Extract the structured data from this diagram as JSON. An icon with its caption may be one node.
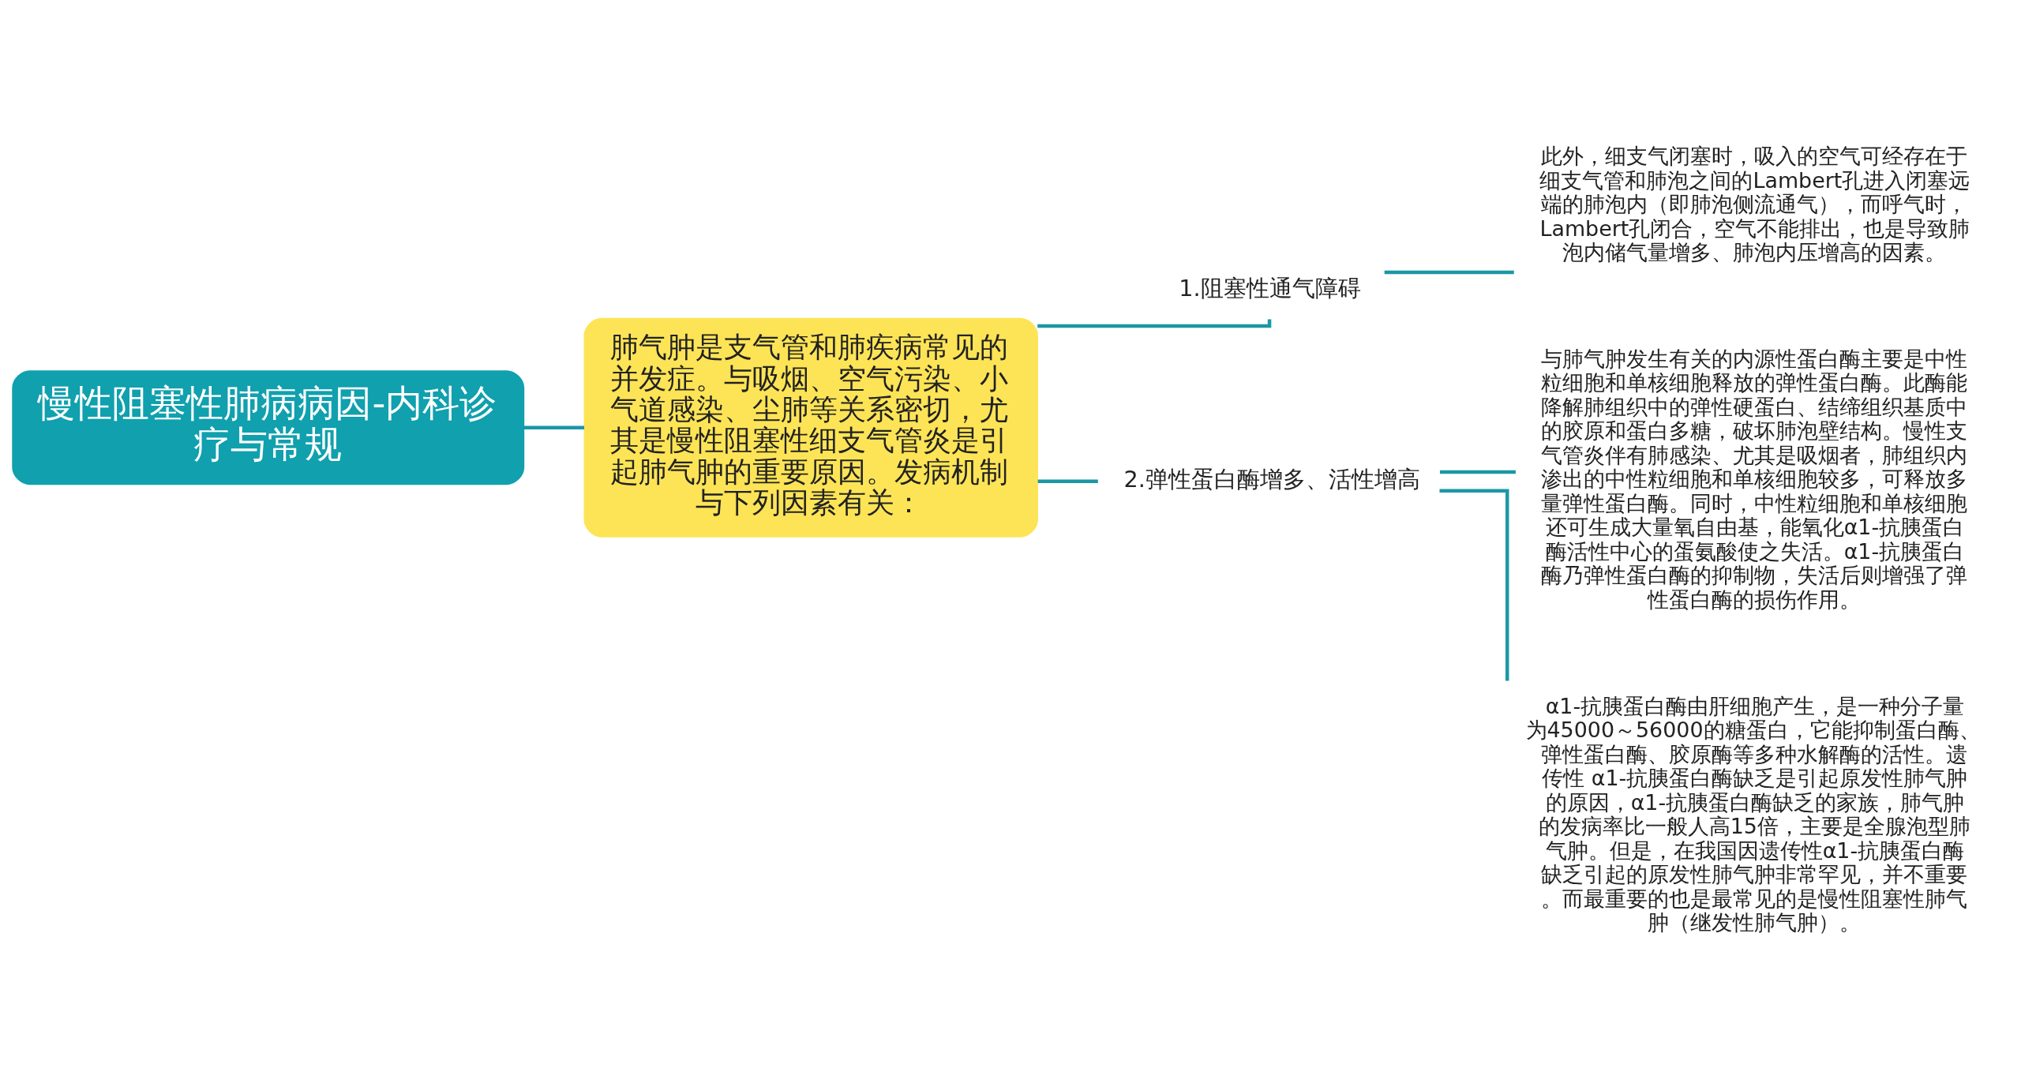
{
  "diagram": {
    "nodes": [
      {
        "text": [
          "慢性阻塞性肺病病因-内科诊疗与常规"
        ]
      },
      {
        "text": [
          "肺气肿是支气管和肺疾病常见的并发症。与吸烟、空气污染、小气道感染、尘肺等关系密切，尤其是慢性阻塞性细支气管炎是引起肺气肿的重要原因。发病机制与下列因素有关："
        ]
      },
      {
        "text": [
          "1.阻塞性通气障碍"
        ]
      },
      {
        "text": [
          "此外，细支气闭塞时，吸入的空气可经存在于细支气管和肺泡之间的Lambert孔进入闭塞远端的肺泡内（即肺泡侧流通气），而呼气时，Lambert孔闭合，空气不能排出，也是导致肺泡内储气量增多、肺泡内压增高的因素。"
        ]
      },
      {
        "text": [
          "2.弹性蛋白酶增多、活性增高"
        ]
      },
      {
        "text": [
          "与肺气肿发生有关的内源性蛋白酶主要是中性粒细胞和单核细胞释放的弹性蛋白酶。此酶能降解肺组织中的弹性硬蛋白、结缔组织基质中的胶原和蛋白多糖，破坏肺泡壁结构。慢性支气管炎伴有肺感染、尤其是吸烟者，肺组织内渗出的中性粒细胞和单核细胞较多，可释放多量弹性蛋白酶。同时，中性粒细胞和单核细胞还可生成大量氧自由基，能氧化α1-抗胰蛋白酶活性中心的蛋氨酸使之失活。α1-抗胰蛋白酶乃弹性蛋白酶的抑制物，失活后则增强了弹性蛋白酶的损伤作用。"
        ]
      },
      {
        "text": [
          "α1-抗胰蛋白酶由肝细胞产生，是一种分子量为45000～56000的糖蛋白，它能抑制蛋白酶、弹性蛋白酶、胶原酶等多种水解酶的活性。遗传性 α1-抗胰蛋白酶缺乏是引起原发性肺气肿的原因，α1-抗胰蛋白酶缺乏的家族，肺气肿的发病率比一般人高15倍，主要是全腺泡型肺气肿。但是，在我国因遗传性α1-抗胰蛋白酶缺乏引起的原发性肺气肿非常罕见，并不重要。而最重要的也是最常见的是慢性阻塞性肺气肿（继发性肺气肿）。"
        ]
      }
    ],
    "edges": [
      {
        "from": 0,
        "to": 1,
        "arrow": "none"
      },
      {
        "from": 1,
        "to": 2,
        "arrow": "none"
      },
      {
        "from": 1,
        "to": 4,
        "arrow": "none"
      },
      {
        "from": 2,
        "to": 3,
        "arrow": "none"
      },
      {
        "from": 4,
        "to": 5,
        "arrow": "none"
      },
      {
        "from": 4,
        "to": 6,
        "arrow": "none"
      }
    ]
  }
}
